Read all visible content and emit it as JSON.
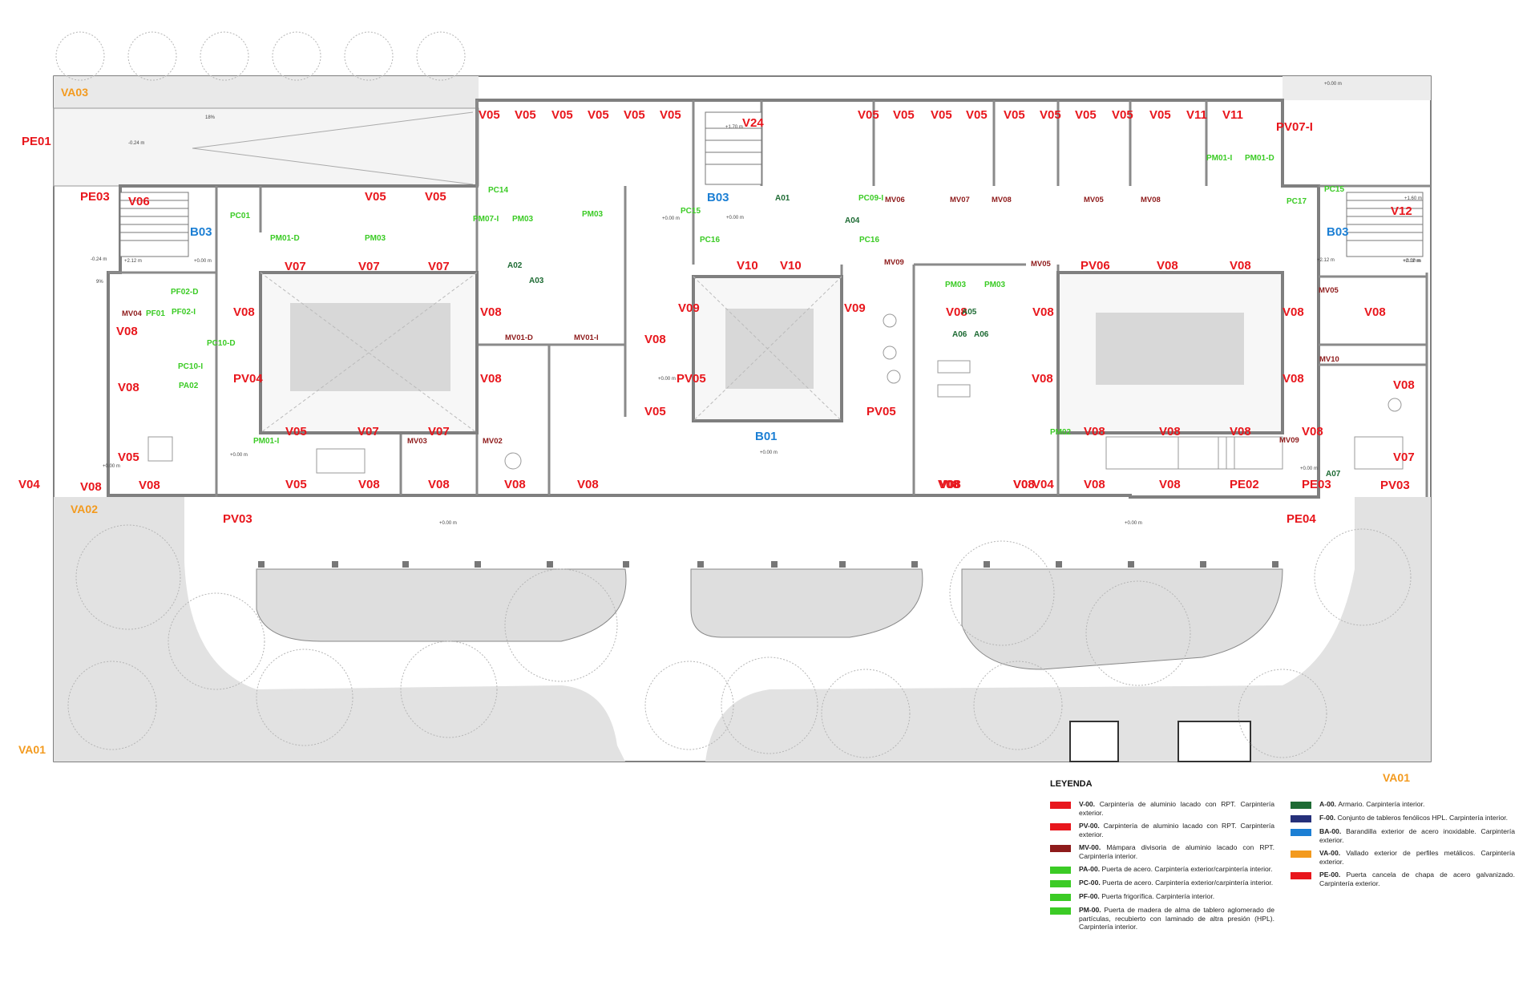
{
  "labels": {
    "red": [
      "V05",
      "V05",
      "V05",
      "V05",
      "V05",
      "V05",
      "V24",
      "V05",
      "V05",
      "V05",
      "V05",
      "V05",
      "V05",
      "V05",
      "V05",
      "V05",
      "V11",
      "V11",
      "PV07-I",
      "PE01",
      "PE03",
      "V06",
      "V05",
      "V05",
      "V12",
      "V07",
      "V07",
      "V07",
      "V10",
      "V10",
      "PV06",
      "V08",
      "V08",
      "V08",
      "V08",
      "V08",
      "V09",
      "V09",
      "V08",
      "V08",
      "V08",
      "V08",
      "PV04",
      "V08",
      "V08",
      "PV05",
      "V08",
      "V08",
      "V08",
      "V05",
      "PV05",
      "V08",
      "V05",
      "V07",
      "V07",
      "V07",
      "V05",
      "V05",
      "V08",
      "V08",
      "V08",
      "V08",
      "V08",
      "V08",
      "V08",
      "V08",
      "PE02",
      "PE03",
      "V04",
      "V08",
      "V08",
      "V08",
      "V08",
      "V08",
      "V08",
      "V08",
      "V08",
      "V04",
      "PV03",
      "PV03",
      "PE04"
    ],
    "blue": [
      "B03",
      "B03",
      "B03",
      "B01"
    ],
    "orange": [
      "VA03",
      "VA02",
      "VA01",
      "VA01"
    ],
    "green": [
      "PC14",
      "PM07-I",
      "PM03",
      "PM03",
      "PC01",
      "PM01-D",
      "PM03",
      "PC15",
      "PC16",
      "PC09-I",
      "PC16",
      "PM01-I",
      "PM01-D",
      "PC17",
      "PC15",
      "PM03",
      "PM03",
      "PF02-D",
      "PF02-I",
      "PF01",
      "PC10-D",
      "PC10-I",
      "PA02",
      "PM01-I",
      "PM02"
    ],
    "darkred": [
      "MV06",
      "MV07",
      "MV08",
      "MV05",
      "MV08",
      "MV05",
      "MV09",
      "MV05",
      "MV04",
      "MV01-D",
      "MV01-I",
      "MV03",
      "MV02",
      "MV10",
      "MV09"
    ],
    "darkgreen": [
      "A01",
      "A04",
      "A02",
      "A03",
      "A05",
      "A06",
      "A06",
      "A07"
    ],
    "dims": [
      "+0.00 m",
      "-0.24 m",
      "18%",
      "9%",
      "+1.70 m",
      "+0.00 m",
      "-0.24 m",
      "+2.12 m",
      "+0.00 m",
      "+2.12 m",
      "+0.00 m",
      "+0.00 m",
      "+1.60 m",
      "+2.12 m",
      "+0.00 m",
      "+0.00 m",
      "+0.00 m",
      "+0.00 m",
      "+0.00 m",
      "+0.00 m",
      "+0.00 m"
    ]
  },
  "colors": {
    "red": "#e8161c",
    "blue": "#1c7fd4",
    "orange": "#f39a1e",
    "green": "#3bcb25",
    "darkred": "#8e1b1b",
    "darkgreen": "#1e6b34",
    "navy": "#26307a",
    "wall": "#8d8d8d",
    "ground": "#e4e4e4"
  },
  "legend": {
    "title": "LEYENDA",
    "left": [
      {
        "code": "V-00.",
        "text": "Carpintería de aluminio lacado con RPT. Carpintería exterior.",
        "color": "#e8161c"
      },
      {
        "code": "PV-00.",
        "text": "Carpintería de aluminio lacado con RPT. Carpintería exterior.",
        "color": "#e8161c"
      },
      {
        "code": "MV-00.",
        "text": "Mámpara divisoria de aluminio lacado con RPT. Carpintería interior.",
        "color": "#8e1b1b"
      },
      {
        "code": "PA-00.",
        "text": "Puerta de acero. Carpintería exterior/carpintería interior.",
        "color": "#3bcb25"
      },
      {
        "code": "PC-00.",
        "text": "Puerta de acero. Carpintería exterior/carpintería interior.",
        "color": "#3bcb25"
      },
      {
        "code": "PF-00.",
        "text": "Puerta frigorífica. Carpintería interior.",
        "color": "#3bcb25"
      },
      {
        "code": "PM-00.",
        "text": "Puerta de madera de alma de tablero aglomerado de partículas, recubierto con laminado de altra presión (HPL). Carpintería interior.",
        "color": "#3bcb25"
      }
    ],
    "right": [
      {
        "code": "A-00.",
        "text": "Armario. Carpintería interior.",
        "color": "#1e6b34"
      },
      {
        "code": "F-00.",
        "text": "Conjunto de tableros fenólicos HPL. Carpintería interior.",
        "color": "#26307a"
      },
      {
        "code": "BA-00.",
        "text": "Barandilla exterior de acero inoxidable. Carpintería exterior.",
        "color": "#1c7fd4"
      },
      {
        "code": "VA-00.",
        "text": "Vallado exterior de perfiles metálicos. Carpintería exterior.",
        "color": "#f39a1e"
      },
      {
        "code": "PE-00.",
        "text": "Puerta cancela de chapa de acero galvanizado. Carpintería exterior.",
        "color": "#e8161c"
      }
    ]
  }
}
